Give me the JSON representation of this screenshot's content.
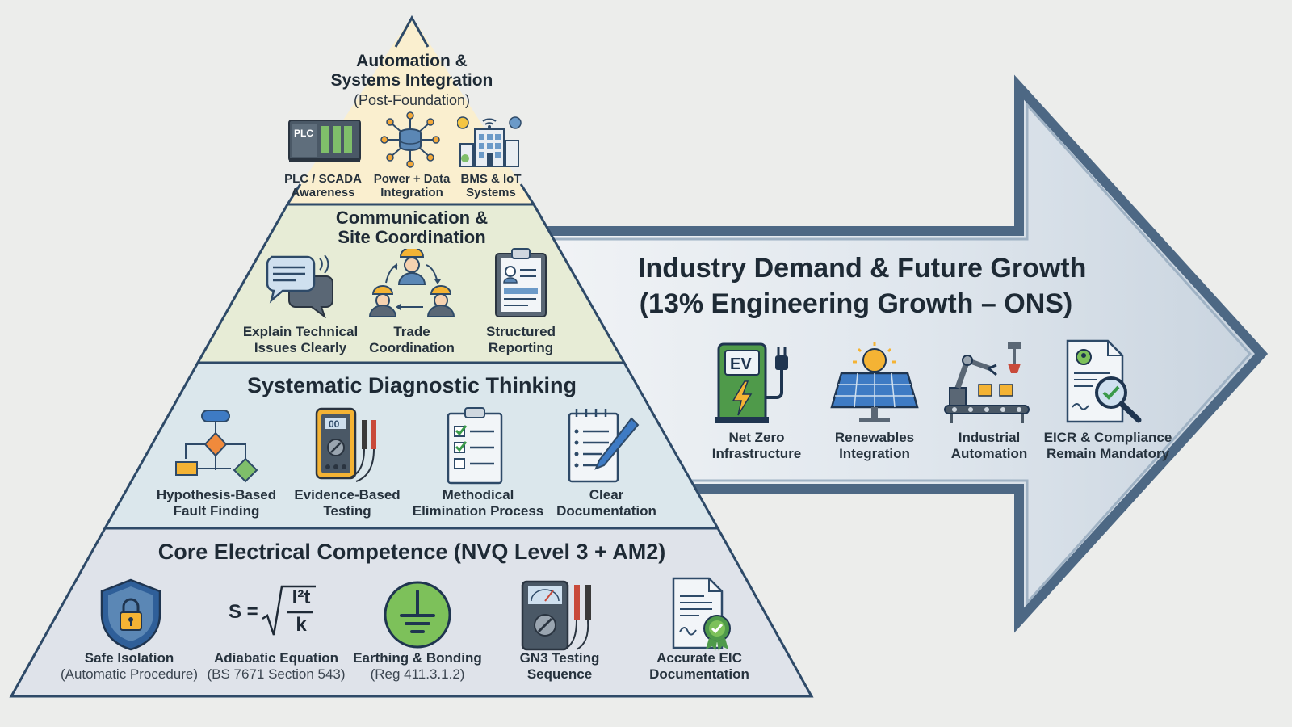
{
  "pyramid": {
    "top": {
      "title_line1": "Automation &",
      "title_line2": "Systems Integration",
      "subtitle": "(Post-Foundation)",
      "items": [
        {
          "l1": "PLC / SCADA",
          "l2": "Awareness",
          "icon": "plc-icon",
          "icon_text": "PLC"
        },
        {
          "l1": "Power + Data",
          "l2": "Integration",
          "icon": "network-database-icon"
        },
        {
          "l1": "BMS & IoT",
          "l2": "Systems",
          "icon": "smart-building-icon"
        }
      ]
    },
    "communication": {
      "title_line1": "Communication &",
      "title_line2": "Site Coordination",
      "items": [
        {
          "l1": "Explain Technical",
          "l2": "Issues Clearly",
          "icon": "speech-bubbles-icon"
        },
        {
          "l1": "Trade",
          "l2": "Coordination",
          "icon": "workers-coordination-icon"
        },
        {
          "l1": "Structured",
          "l2": "Reporting",
          "icon": "clipboard-report-icon"
        }
      ]
    },
    "diagnostic": {
      "title": "Systematic Diagnostic Thinking",
      "items": [
        {
          "l1": "Hypothesis-Based",
          "l2": "Fault Finding",
          "icon": "flowchart-icon"
        },
        {
          "l1": "Evidence-Based",
          "l2": "Testing",
          "icon": "multimeter-icon",
          "icon_text": "00"
        },
        {
          "l1": "Methodical",
          "l2": "Elimination Process",
          "icon": "checklist-icon"
        },
        {
          "l1": "Clear",
          "l2": "Documentation",
          "icon": "notepad-pencil-icon"
        }
      ]
    },
    "core": {
      "title": "Core Electrical Competence (NVQ Level 3 + AM2)",
      "equation_s": "S =",
      "equation_num": "I²t",
      "equation_den": "k",
      "items": [
        {
          "l1": "Safe Isolation",
          "l2": "(Automatic Procedure)",
          "icon": "shield-lock-icon"
        },
        {
          "l1": "Adiabatic Equation",
          "l2": "(BS 7671 Section 543)",
          "icon": "equation-icon"
        },
        {
          "l1": "Earthing & Bonding",
          "l2": "(Reg 411.3.1.2)",
          "icon": "earth-symbol-icon"
        },
        {
          "l1": "GN3 Testing",
          "l2": "Sequence",
          "icon": "test-meter-icon"
        },
        {
          "l1": "Accurate EIC",
          "l2": "Documentation",
          "icon": "certificate-icon"
        }
      ]
    }
  },
  "arrow": {
    "title_line1": "Industry Demand & Future Growth",
    "title_line2": "(13% Engineering Growth – ONS)",
    "items": [
      {
        "l1": "Net Zero",
        "l2": "Infrastructure",
        "icon": "ev-charger-icon",
        "icon_text": "EV"
      },
      {
        "l1": "Renewables",
        "l2": "Integration",
        "icon": "solar-panel-icon"
      },
      {
        "l1": "Industrial",
        "l2": "Automation",
        "icon": "robot-arm-icon"
      },
      {
        "l1": "EICR & Compliance",
        "l2": "Remain Mandatory",
        "icon": "document-inspection-icon"
      }
    ]
  },
  "colors": {
    "top_tier": "#faefcf",
    "communication_tier": "#e7ecd6",
    "diagnostic_tier": "#dbe7ec",
    "core_tier": "#dfe3ea",
    "outline": "#2e4a68",
    "arrow_fill": "#d7e0e9"
  }
}
